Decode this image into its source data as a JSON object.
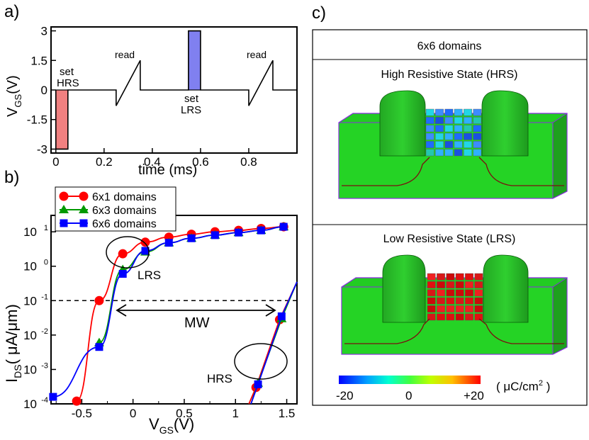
{
  "panel_labels": {
    "a": "a)",
    "b": "b)",
    "c": "c)"
  },
  "chart_data": [
    {
      "type": "line",
      "panel": "a",
      "xlabel": "time (ms)",
      "ylabel": "V",
      "ylabel_sub": "GS",
      "ylabel_unit": "(V)",
      "xlim": [
        -0.02,
        1.0
      ],
      "ylim": [
        -3.2,
        3.2
      ],
      "xticks": [
        0,
        0.2,
        0.4,
        0.6,
        0.8
      ],
      "xtick_labels": [
        "0",
        "0.2",
        "0.4",
        "0.6",
        "0.8"
      ],
      "yticks": [
        3,
        1.5,
        0,
        -1.5,
        -3
      ],
      "ytick_labels": [
        "3",
        "1.5",
        "0",
        "-1.5",
        "-3"
      ],
      "waveform": [
        [
          0,
          0
        ],
        [
          0,
          -3
        ],
        [
          0.05,
          -3
        ],
        [
          0.05,
          0
        ],
        [
          0.25,
          0
        ],
        [
          0.25,
          -0.8
        ],
        [
          0.35,
          1.5
        ],
        [
          0.35,
          0
        ],
        [
          0.55,
          0
        ],
        [
          0.55,
          3
        ],
        [
          0.6,
          3
        ],
        [
          0.6,
          0
        ],
        [
          0.8,
          0
        ],
        [
          0.8,
          -0.8
        ],
        [
          0.9,
          1.5
        ],
        [
          0.9,
          0
        ],
        [
          1.0,
          0
        ]
      ],
      "pulses": [
        {
          "label": "set HRS",
          "lines": [
            "set",
            "HRS"
          ],
          "t0": 0,
          "t1": 0.05,
          "v": -3,
          "color": "#f08080"
        },
        {
          "label": "set LRS",
          "lines": [
            "set",
            "LRS"
          ],
          "t0": 0.55,
          "t1": 0.6,
          "v": 3,
          "color": "#8080f0"
        }
      ],
      "annotations": [
        "read",
        "read"
      ]
    },
    {
      "type": "line",
      "panel": "b",
      "xlabel": "V",
      "xlabel_sub": "GS",
      "xlabel_unit": "(V)",
      "ylabel": "I",
      "ylabel_sub": "DS",
      "ylabel_unit": "( μA/μm)",
      "yscale": "log",
      "xlim": [
        -0.8,
        1.6
      ],
      "ylim": [
        0.0001,
        30
      ],
      "xticks": [
        -0.5,
        0,
        0.5,
        1,
        1.5
      ],
      "xtick_labels": [
        "-0.5",
        "0",
        "0.5",
        "1",
        "1.5"
      ],
      "yticks": [
        10,
        1,
        0.1,
        0.01,
        0.001,
        0.0001
      ],
      "ytick_labels": [
        {
          "base": "10",
          "exp": "1"
        },
        {
          "base": "10",
          "exp": "0"
        },
        {
          "base": "10",
          "exp": "-1"
        },
        {
          "base": "10",
          "exp": "-2"
        },
        {
          "base": "10",
          "exp": "-3"
        },
        {
          "base": "10",
          "exp": "-4"
        }
      ],
      "legend": "top-left",
      "series": [
        {
          "name": "6x1 domains",
          "color": "#ff0000",
          "marker": "circle",
          "lrs": {
            "x": [
              -0.55,
              -0.33,
              -0.1,
              0.12,
              0.35,
              0.57,
              0.8,
              1.03,
              1.25,
              1.47
            ],
            "y": [
              0.00012,
              0.1,
              2.3,
              5.0,
              7.0,
              8.5,
              10.0,
              11.0,
              12.5,
              14.0
            ]
          },
          "hrs": {
            "x": [
              1.2,
              1.43
            ],
            "y": [
              0.0003,
              0.028
            ]
          }
        },
        {
          "name": "6x3 domains",
          "color": "#009900",
          "marker": "triangle",
          "lrs": {
            "x": [
              -0.33,
              -0.1,
              0.12,
              0.35,
              0.57,
              0.8,
              1.03,
              1.25,
              1.47
            ],
            "y": [
              0.006,
              0.8,
              2.6,
              4.8,
              6.5,
              8.0,
              9.5,
              11.0,
              14.0
            ]
          },
          "hrs": {
            "x": [
              1.22,
              1.45
            ],
            "y": [
              0.0004,
              0.03
            ]
          }
        },
        {
          "name": "6x6 domains",
          "color": "#0000ff",
          "marker": "square",
          "lrs": {
            "x": [
              -0.78,
              -0.33,
              -0.1,
              0.12,
              0.35,
              0.57,
              0.8,
              1.03,
              1.25,
              1.47
            ],
            "y": [
              0.00016,
              0.0045,
              0.6,
              2.8,
              4.8,
              6.5,
              8.0,
              9.5,
              11.0,
              14.0
            ]
          },
          "hrs": {
            "x": [
              1.22,
              1.45
            ],
            "y": [
              0.00037,
              0.035
            ]
          }
        }
      ],
      "reference_line": {
        "y": 0.1,
        "style": "dashed"
      },
      "annotations": [
        "LRS",
        "MW",
        "HRS"
      ]
    }
  ],
  "panel_c": {
    "header": "6x6 domains",
    "hrs_title": "High Resistive State (HRS)",
    "lrs_title": "Low Resistive State (LRS)",
    "colorbar": {
      "min_label": "-20",
      "mid_label": "0",
      "max_label": "+20",
      "unit": "( μC/cm",
      "unit_sup": "2",
      "unit_close": " )"
    }
  }
}
